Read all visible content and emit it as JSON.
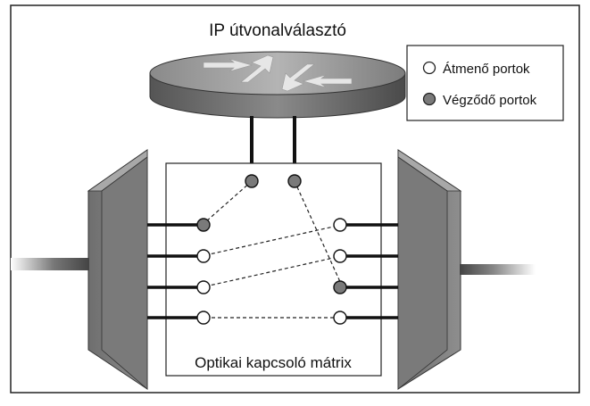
{
  "router": {
    "label": "IP útvonalválasztó",
    "icon": "router-icon"
  },
  "legend": {
    "items": [
      {
        "label": "Átmenő portok",
        "kind": "transit",
        "color": "#ffffff"
      },
      {
        "label": "Végződő portok",
        "kind": "terminating",
        "color": "#7a7a7a"
      }
    ]
  },
  "matrix": {
    "label": "Optikai kapcsoló mátrix"
  },
  "colors": {
    "panel_dark": "#555555",
    "panel_mid": "#8c8c8c",
    "port_terminating": "#7a7a7a",
    "port_transit": "#ffffff",
    "frame": "#222222"
  }
}
